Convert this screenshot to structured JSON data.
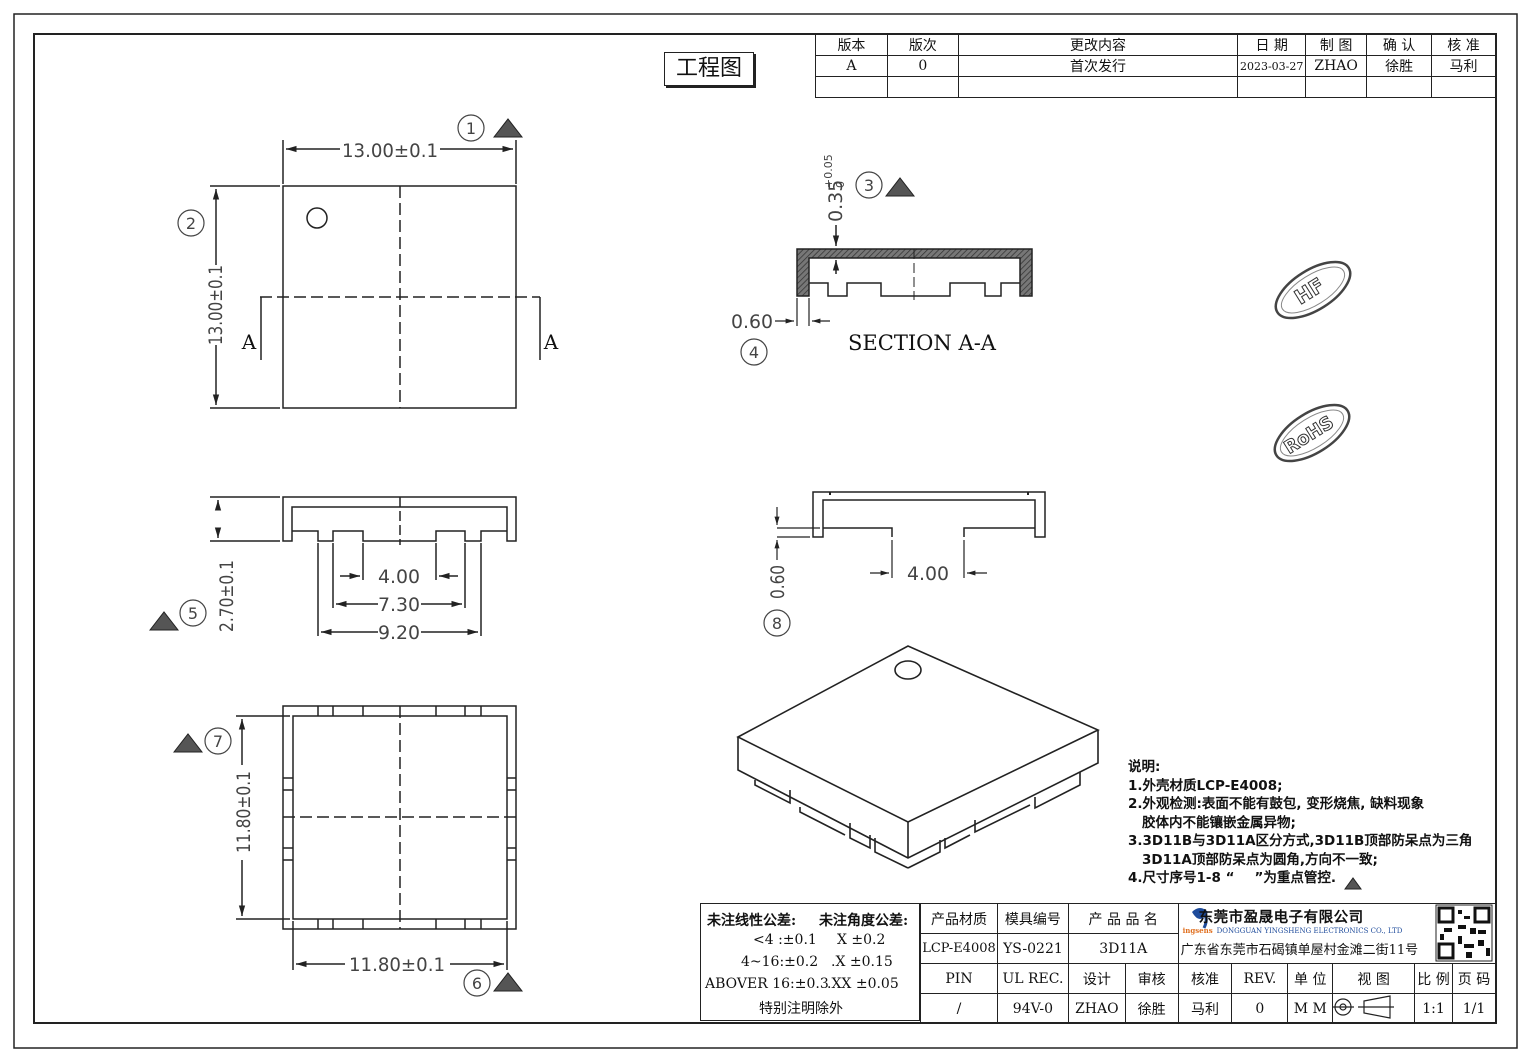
{
  "title": "工程图",
  "revision_table": {
    "headers": [
      "版本",
      "版次",
      "更改内容",
      "日 期",
      "制 图",
      "确 认",
      "核 准"
    ],
    "rows": [
      [
        "A",
        "0",
        "首次发行",
        "2023-03-27",
        "ZHAO",
        "徐胜",
        "马利"
      ]
    ]
  },
  "callouts": {
    "c1": "1",
    "c2": "2",
    "c3": "3",
    "c4": "4",
    "c5": "5",
    "c6": "6",
    "c7": "7",
    "c8": "8"
  },
  "dimensions": {
    "width_top": "13.00±0.1",
    "height_left": "13.00±0.1",
    "section_thickness_base": "0.35",
    "section_thickness_tol_up": "+0.05",
    "section_thickness_tol_down": "0",
    "section_wall": "0.60",
    "side_height": "2.70±0.1",
    "slot_4": "4.00",
    "slot_7_3": "7.30",
    "slot_9_2": "9.20",
    "inner_height": "11.80±0.1",
    "inner_width": "11.80±0.1",
    "right_side_slot": "4.00",
    "right_side_height": "0.60"
  },
  "section_marks": {
    "left": "A",
    "right": "A"
  },
  "section_label": "SECTION A-A",
  "stamps": {
    "hf": "HF",
    "rohs": "RoHS"
  },
  "notes": {
    "heading": "说明:",
    "lines": [
      "1.外壳材质LCP-E4008;",
      "2.外观检测:表面不能有鼓包, 变形烧焦, 缺料现象",
      "   胶体内不能镶嵌金属异物;",
      "3.3D11B与3D11A区分方式,3D11B顶部防呆点为三角",
      "   3D11A顶部防呆点为圆角,方向不一致;",
      "4.尺寸序号1-8 “",
      "”为重点管控."
    ]
  },
  "tolerance": {
    "title_linear": "未注线性公差:",
    "title_angle": "未注角度公差:",
    "row1_range": "<4  :±0.1",
    "row1_angle": "X  ±0.2",
    "row2_range": "4~16:±0.2",
    "row2_angle": ".X  ±0.15",
    "row3_range": "ABOVER 16:±0.3",
    "row3_angle": ".XX  ±0.05",
    "footer": "特别注明除外"
  },
  "title_block": {
    "h_material": "产品材质",
    "h_mold": "模具编号",
    "h_name": "产 品 品 名",
    "material": "LCP-E4008",
    "mold": "YS-0221",
    "name": "3D11A",
    "company_cn": "东莞市盈晟电子有限公司",
    "company_en": "DONGGUAN YINGSHENG ELECTRONICS CO., LTD",
    "company_brand": "ingsens",
    "address": "广东省东莞市石碣镇单屋村金滩二街11号",
    "h_pin": "PIN",
    "h_ul": "UL REC.",
    "h_design": "设计",
    "h_review": "审核",
    "h_approve": "核准",
    "h_rev": "REV.",
    "h_unit": "单 位",
    "h_view": "视 图",
    "h_scale": "比 例",
    "h_page": "页 码",
    "pin": "/",
    "ul": "94V-0",
    "design": "ZHAO",
    "review": "徐胜",
    "approve": "马利",
    "rev": "0",
    "unit": "M M",
    "scale": "1:1",
    "page": "1/1"
  },
  "colors": {
    "line": "#222222",
    "triangle": "#555555"
  }
}
